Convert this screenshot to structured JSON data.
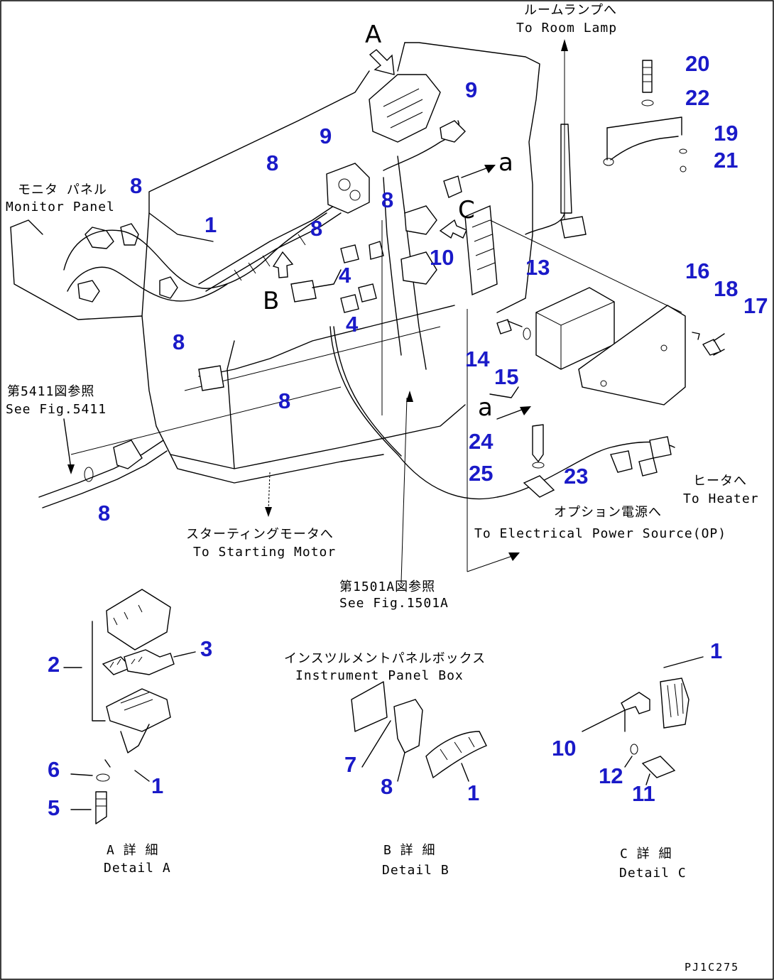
{
  "callouts": [
    {
      "id": "c20",
      "label": "20"
    },
    {
      "id": "c22",
      "label": "22"
    },
    {
      "id": "c19",
      "label": "19"
    },
    {
      "id": "c21",
      "label": "21"
    },
    {
      "id": "c9a",
      "label": "9"
    },
    {
      "id": "c9b",
      "label": "9"
    },
    {
      "id": "c8a",
      "label": "8"
    },
    {
      "id": "c8b",
      "label": "8"
    },
    {
      "id": "c8c",
      "label": "8"
    },
    {
      "id": "c8d",
      "label": "8"
    },
    {
      "id": "c8e",
      "label": "8"
    },
    {
      "id": "c8f",
      "label": "8"
    },
    {
      "id": "c8g",
      "label": "8"
    },
    {
      "id": "c1a",
      "label": "1"
    },
    {
      "id": "c10a",
      "label": "10"
    },
    {
      "id": "c4a",
      "label": "4"
    },
    {
      "id": "c4b",
      "label": "4"
    },
    {
      "id": "c13",
      "label": "13"
    },
    {
      "id": "c16",
      "label": "16"
    },
    {
      "id": "c18",
      "label": "18"
    },
    {
      "id": "c17",
      "label": "17"
    },
    {
      "id": "c14",
      "label": "14"
    },
    {
      "id": "c15",
      "label": "15"
    },
    {
      "id": "c24",
      "label": "24"
    },
    {
      "id": "c25",
      "label": "25"
    },
    {
      "id": "c23",
      "label": "23"
    },
    {
      "id": "c2",
      "label": "2"
    },
    {
      "id": "c3",
      "label": "3"
    },
    {
      "id": "c6",
      "label": "6"
    },
    {
      "id": "c1b",
      "label": "1"
    },
    {
      "id": "c5",
      "label": "5"
    },
    {
      "id": "c7",
      "label": "7"
    },
    {
      "id": "c8h",
      "label": "8"
    },
    {
      "id": "c1c",
      "label": "1"
    },
    {
      "id": "c1d",
      "label": "1"
    },
    {
      "id": "c10b",
      "label": "10"
    },
    {
      "id": "c12",
      "label": "12"
    },
    {
      "id": "c11",
      "label": "11"
    }
  ],
  "view_letters": {
    "a": "A",
    "b": "B",
    "c": "C",
    "a_small_1": "a",
    "a_small_2": "a"
  },
  "labels": {
    "room_lamp_jp": "ルームランプへ",
    "room_lamp_en": "To Room Lamp",
    "monitor_panel_jp": "モニタ パネル",
    "monitor_panel_en": "Monitor Panel",
    "see_fig_5411_jp": "第5411図参照",
    "see_fig_5411_en": "See Fig.5411",
    "starting_motor_jp": "スターティングモータへ",
    "starting_motor_en": "To Starting Motor",
    "see_fig_1501a_jp": "第1501A図参照",
    "see_fig_1501a_en": "See Fig.1501A",
    "heater_jp": "ヒータへ",
    "heater_en": "To Heater",
    "power_source_jp": "オプション電源へ",
    "power_source_en": "To Electrical Power Source(OP)",
    "instrument_box_jp": "インスツルメントパネルボックス",
    "instrument_box_en": "Instrument Panel Box",
    "detail_a_jp": "A 詳 細",
    "detail_a_en": "Detail A",
    "detail_b_jp": "B 詳 細",
    "detail_b_en": "Detail B",
    "detail_c_jp": "C 詳 細",
    "detail_c_en": "Detail C"
  },
  "drawing_code": "PJ1C275"
}
